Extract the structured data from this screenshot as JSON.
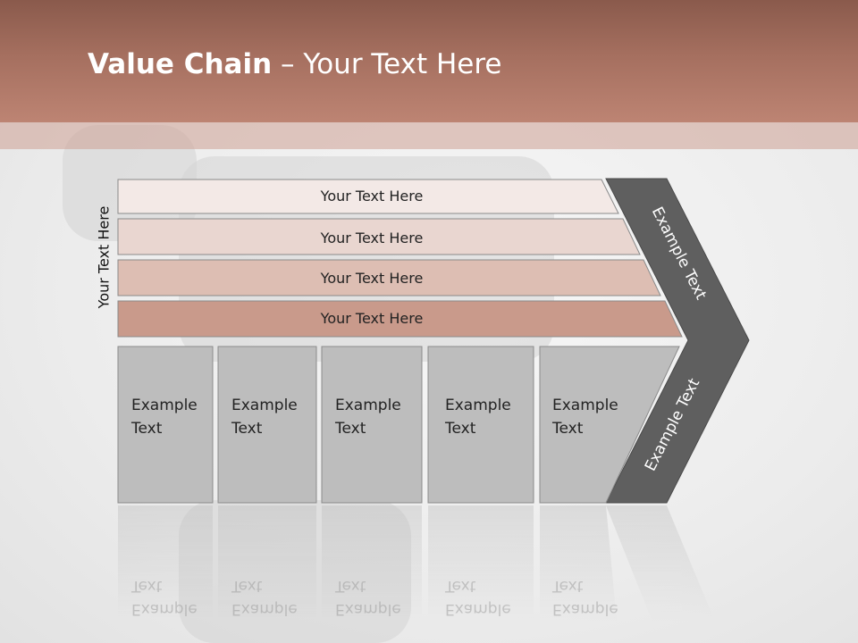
{
  "title": {
    "bold": "Value Chain",
    "rest": " – Your Text Here"
  },
  "side_label": "Your Text Here",
  "support_rows": [
    {
      "label": "Your Text Here",
      "color": "#f3e9e6"
    },
    {
      "label": "Your Text Here",
      "color": "#e9d6d0"
    },
    {
      "label": "Your Text Here",
      "color": "#ddbeb3"
    },
    {
      "label": "Your Text Here",
      "color": "#c99a8b"
    }
  ],
  "primary_activities": [
    {
      "line1": "Example",
      "line2": "Text"
    },
    {
      "line1": "Example",
      "line2": "Text"
    },
    {
      "line1": "Example",
      "line2": "Text"
    },
    {
      "line1": "Example",
      "line2": "Text"
    },
    {
      "line1": "Example",
      "line2": "Text"
    }
  ],
  "margin_labels": {
    "top": "Example Text",
    "bottom": "Example Text"
  },
  "colors": {
    "header": "#a56f5f",
    "chevron": "#5f5f5f",
    "box": "#bdbdbd"
  }
}
